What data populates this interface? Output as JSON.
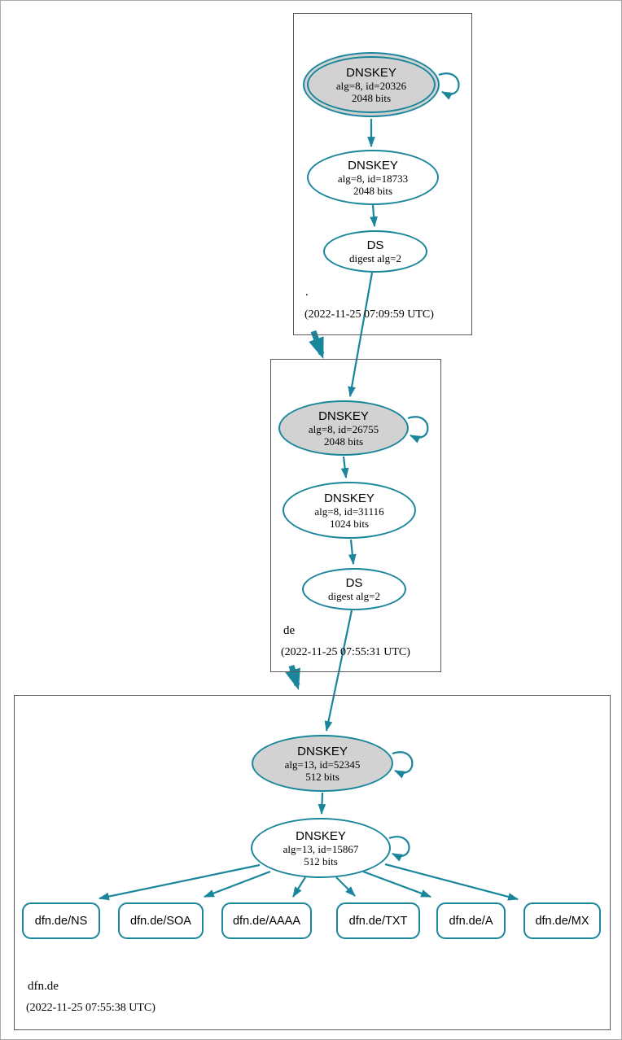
{
  "zones": [
    {
      "name": ".",
      "timestamp": "(2022-11-25 07:09:59 UTC)",
      "ksk": {
        "title": "DNSKEY",
        "line1": "alg=8, id=20326",
        "line2": "2048 bits"
      },
      "zsk": {
        "title": "DNSKEY",
        "line1": "alg=8, id=18733",
        "line2": "2048 bits"
      },
      "ds": {
        "title": "DS",
        "line1": "digest alg=2"
      }
    },
    {
      "name": "de",
      "timestamp": "(2022-11-25 07:55:31 UTC)",
      "ksk": {
        "title": "DNSKEY",
        "line1": "alg=8, id=26755",
        "line2": "2048 bits"
      },
      "zsk": {
        "title": "DNSKEY",
        "line1": "alg=8, id=31116",
        "line2": "1024 bits"
      },
      "ds": {
        "title": "DS",
        "line1": "digest alg=2"
      }
    },
    {
      "name": "dfn.de",
      "timestamp": "(2022-11-25 07:55:38 UTC)",
      "ksk": {
        "title": "DNSKEY",
        "line1": "alg=13, id=52345",
        "line2": "512 bits"
      },
      "zsk": {
        "title": "DNSKEY",
        "line1": "alg=13, id=15867",
        "line2": "512 bits"
      },
      "rrsets": [
        "dfn.de/NS",
        "dfn.de/SOA",
        "dfn.de/AAAA",
        "dfn.de/TXT",
        "dfn.de/A",
        "dfn.de/MX"
      ]
    }
  ],
  "colors": {
    "edge": "#1a869c",
    "ksk_fill": "#d2d2d2",
    "cluster_border": "#5a5a5a"
  }
}
